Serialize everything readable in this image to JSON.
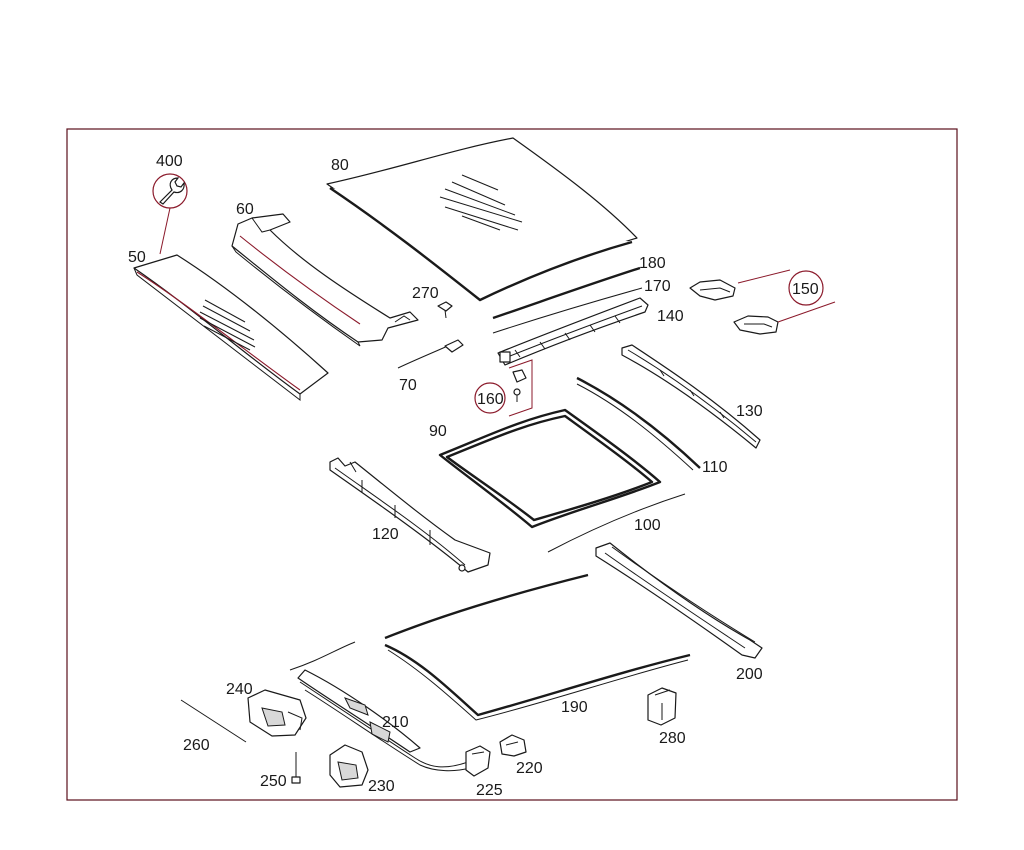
{
  "callouts": {
    "c400": "400",
    "c50": "50",
    "c60": "60",
    "c80": "80",
    "c270": "270",
    "c70": "70",
    "c180": "180",
    "c170": "170",
    "c140": "140",
    "c150": "150",
    "c160": "160",
    "c90": "90",
    "c130": "130",
    "c110": "110",
    "c100": "100",
    "c120": "120",
    "c200": "200",
    "c190": "190",
    "c210": "210",
    "c240": "240",
    "c260": "260",
    "c250": "250",
    "c230": "230",
    "c225": "225",
    "c220": "220",
    "c280": "280"
  },
  "colors": {
    "frame": "#5a0f1c",
    "accent_red": "#8b1a2b",
    "line": "#1a1a1a"
  },
  "icons": {
    "wrench": "wrench-icon"
  }
}
